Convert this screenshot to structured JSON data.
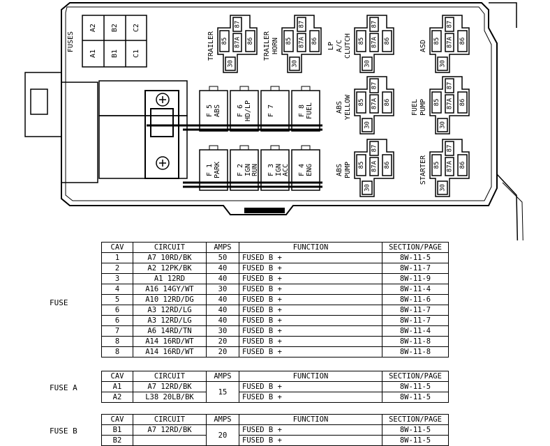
{
  "fuse_block": {
    "fuses_label": "FUSES",
    "mini_fuses": [
      {
        "top": "A2",
        "bottom": "A1"
      },
      {
        "top": "B2",
        "bottom": "B1"
      },
      {
        "top": "C2",
        "bottom": "C1"
      }
    ],
    "maxi_fuses_top": [
      {
        "num": "F 5",
        "name": "ABS"
      },
      {
        "num": "F 6",
        "name": "HD/LP"
      },
      {
        "num": "F 7",
        "name": ""
      },
      {
        "num": "F 8",
        "name": "FUEL"
      }
    ],
    "maxi_fuses_bottom": [
      {
        "num": "F 1",
        "name": "PARK"
      },
      {
        "num": "F 2",
        "name": "IGN RUN"
      },
      {
        "num": "F 3",
        "name": "IGN ACC"
      },
      {
        "num": "F 4",
        "name": "ENG"
      }
    ],
    "relays": [
      {
        "label": "TRAILER"
      },
      {
        "label": "TRAILER HORN"
      },
      {
        "label": "LP A/C CLUTCH"
      },
      {
        "label": "ASD"
      },
      {
        "label": "ABS YELLOW"
      },
      {
        "label": "FUEL PUMP"
      },
      {
        "label": "ABS PUMP"
      },
      {
        "label": "STARTER"
      }
    ],
    "relay_pins": {
      "p85": "85",
      "p86": "86",
      "p87": "87",
      "p87a": "87A",
      "p30": "30"
    }
  },
  "tables": [
    {
      "group_label": "FUSE",
      "headers": [
        "CAV",
        "CIRCUIT",
        "AMPS",
        "FUNCTION",
        "SECTION/PAGE"
      ],
      "rows": [
        [
          "1",
          "A7 10RD/BK",
          "50",
          "FUSED B +",
          "8W-11-5"
        ],
        [
          "2",
          "A2 12PK/BK",
          "40",
          "FUSED B +",
          "8W-11-7"
        ],
        [
          "3",
          "A1 12RD",
          "40",
          "FUSED B +",
          "8W-11-9"
        ],
        [
          "4",
          "A16 14GY/WT",
          "30",
          "FUSED B +",
          "8W-11-4"
        ],
        [
          "5",
          "A10 12RD/DG",
          "40",
          "FUSED B +",
          "8W-11-6"
        ],
        [
          "6",
          "A3 12RD/LG",
          "40",
          "FUSED B +",
          "8W-11-7"
        ],
        [
          "6",
          "A3 12RD/LG",
          "40",
          "FUSED B +",
          "8W-11-7"
        ],
        [
          "7",
          "A6 14RD/TN",
          "30",
          "FUSED B +",
          "8W-11-4"
        ],
        [
          "8",
          "A14 16RD/WT",
          "20",
          "FUSED B +",
          "8W-11-8"
        ],
        [
          "8",
          "A14 16RD/WT",
          "20",
          "FUSED B +",
          "8W-11-8"
        ]
      ]
    },
    {
      "group_label": "FUSE A",
      "headers": [
        "CAV",
        "CIRCUIT",
        "AMPS",
        "FUNCTION",
        "SECTION/PAGE"
      ],
      "rows": [
        [
          "A1",
          "A7 12RD/BK",
          "15",
          "FUSED B +",
          "8W-11-5"
        ],
        [
          "A2",
          "L38 20LB/BK",
          "",
          "FUSED B +",
          "8W-11-5"
        ]
      ]
    },
    {
      "group_label": "FUSE B",
      "headers": [
        "CAV",
        "CIRCUIT",
        "AMPS",
        "FUNCTION",
        "SECTION/PAGE"
      ],
      "rows": [
        [
          "B1",
          "A7 12RD/BK",
          "20",
          "FUSED B +",
          "8W-11-5"
        ],
        [
          "B2",
          "",
          "",
          "FUSED B +",
          "8W-11-5"
        ]
      ]
    }
  ]
}
